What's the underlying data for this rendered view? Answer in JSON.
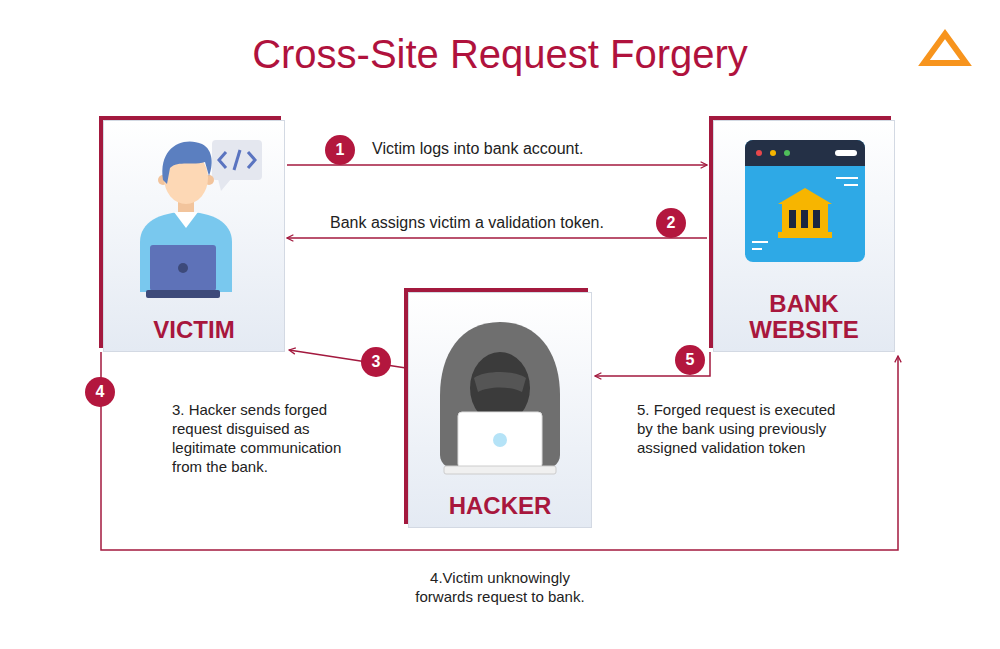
{
  "diagram": {
    "title": "Cross-Site Request Forgery",
    "nodes": [
      {
        "text": [
          "VICTIM"
        ]
      },
      {
        "text": [
          "BANK WEBSITE"
        ]
      },
      {
        "text": [
          "HACKER"
        ]
      }
    ],
    "edges": [
      {
        "from": 0,
        "to": 1,
        "arrow": "to",
        "label": "Victim logs into bank account."
      },
      {
        "from": 1,
        "to": 0,
        "arrow": "to",
        "label": "Bank assigns victim a validation token."
      },
      {
        "from": 2,
        "to": 0,
        "arrow": "to",
        "label": "3. Hacker sends forged request disguised as legitimate communication from the bank."
      },
      {
        "from": 0,
        "to": 1,
        "arrow": "to",
        "label": "4.Victim unknowingly forwards request to bank."
      },
      {
        "from": 1,
        "to": 2,
        "arrow": "to",
        "label": "5. Forged request is executed by the bank using previously assigned validation token"
      }
    ],
    "labels": [
      "1",
      "2",
      "3",
      "4",
      "5"
    ]
  }
}
